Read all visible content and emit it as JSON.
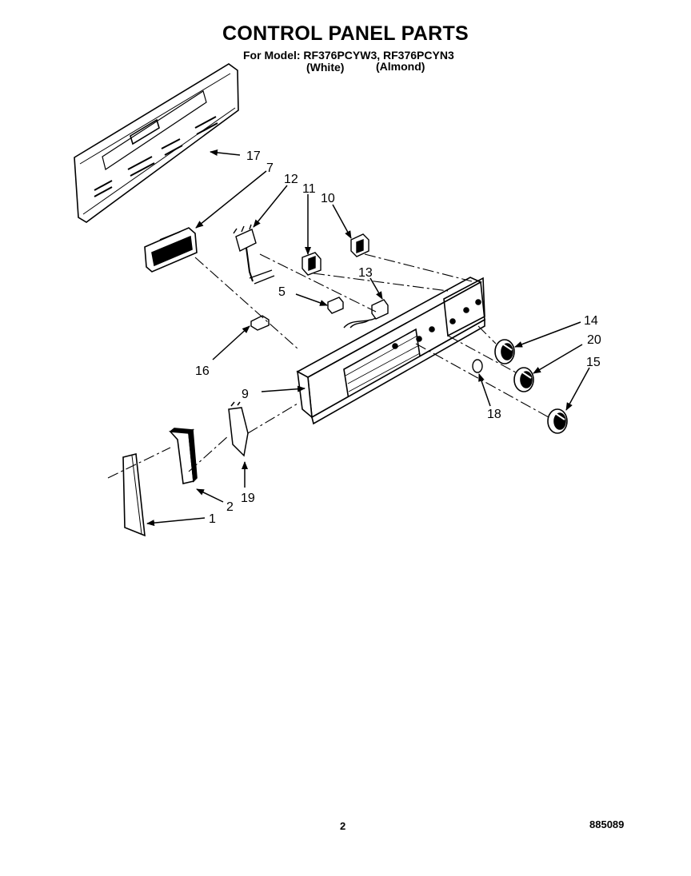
{
  "header": {
    "title": "CONTROL PANEL PARTS",
    "model_line": "For Model: RF376PCYW3, RF376PCYN3",
    "white_label": "(White)",
    "almond_label": "(Almond)"
  },
  "callouts": [
    {
      "id": "17",
      "label": "17"
    },
    {
      "id": "7",
      "label": "7"
    },
    {
      "id": "12",
      "label": "12"
    },
    {
      "id": "11",
      "label": "11"
    },
    {
      "id": "10",
      "label": "10"
    },
    {
      "id": "13",
      "label": "13"
    },
    {
      "id": "5",
      "label": "5"
    },
    {
      "id": "16",
      "label": "16"
    },
    {
      "id": "14",
      "label": "14"
    },
    {
      "id": "20",
      "label": "20"
    },
    {
      "id": "15",
      "label": "15"
    },
    {
      "id": "9",
      "label": "9"
    },
    {
      "id": "18",
      "label": "18"
    },
    {
      "id": "19",
      "label": "19"
    },
    {
      "id": "2",
      "label": "2"
    },
    {
      "id": "1",
      "label": "1"
    }
  ],
  "footer": {
    "page_number": "2",
    "doc_number": "885089"
  }
}
